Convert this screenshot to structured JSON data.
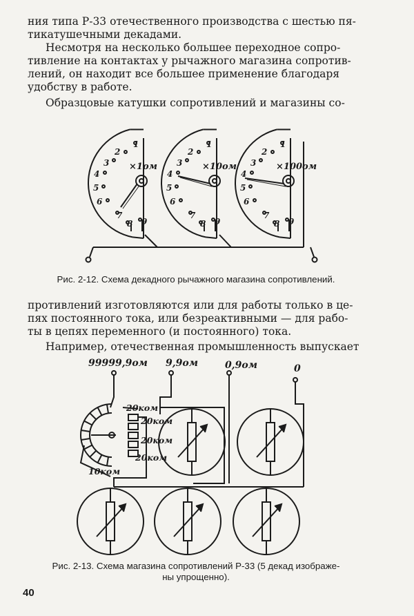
{
  "text_top": {
    "line1": "ния типа Р-33 отечественного производства с шестью пя-",
    "line2": "тикатушечными декадами.",
    "line3": "Несмотря на несколько большее переходное сопро-",
    "line4": "тивление на контактах у рычажного магазина сопротив-",
    "line5": "лений, он находит все большее применение благодаря",
    "line6": "удобству в работе.",
    "line7": "Образцовые катушки сопротивлений и магазины со-"
  },
  "figure_2_12": {
    "dial_1_label": "×1ом",
    "dial_2_label": "×10ом",
    "dial_3_label": "×100ом",
    "contact_numbers": [
      "1",
      "2",
      "3",
      "4",
      "5",
      "6",
      "7",
      "8",
      "9"
    ],
    "caption": "Рис. 2-12. Схема декадного рычажного магазина сопротивлений."
  },
  "text_middle": {
    "line1": "противлений изготовляются или для работы только в це-",
    "line2": "пях постоянного тока, или безреактивными — для рабо-",
    "line3": "ты в цепях переменного (и постоянного) тока.",
    "line4": "Например, отечественная промышленность выпускает"
  },
  "figure_2_13": {
    "terminal_1": "99999,9ом",
    "terminal_2": "9,9ом",
    "terminal_3": "0,9ом",
    "terminal_4": "0",
    "coil_1": "20ком",
    "coil_2": "20ком",
    "coil_3": "20ком",
    "coil_4": "20ком",
    "coil_5": "10ком",
    "caption_line1": "Рис. 2-13. Схема магазина сопротивлений Р-33 (5 декад изображе-",
    "caption_line2": "ны упрощенно)."
  },
  "page_number": "40"
}
